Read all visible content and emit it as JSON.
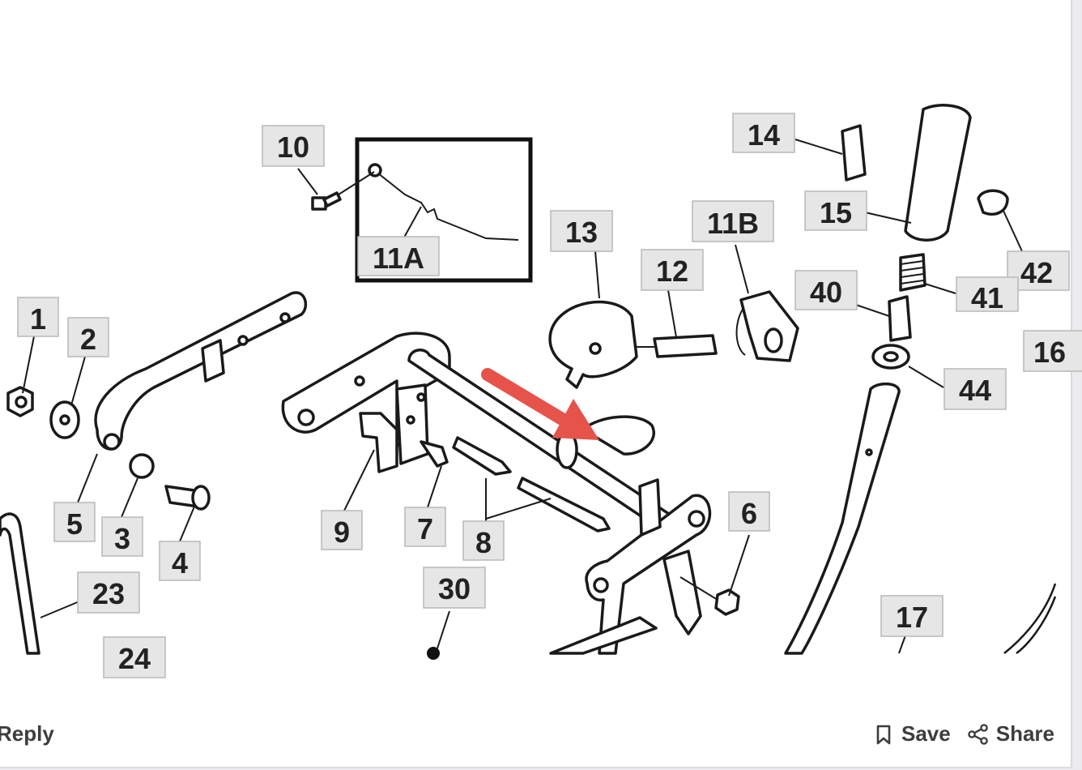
{
  "diagram": {
    "labels": {
      "l1": "1",
      "l2": "2",
      "l3": "3",
      "l4": "4",
      "l5": "5",
      "l6": "6",
      "l7": "7",
      "l8": "8",
      "l9": "9",
      "l10": "10",
      "l11a": "11A",
      "l11b": "11B",
      "l12": "12",
      "l13": "13",
      "l14": "14",
      "l15": "15",
      "l16": "16",
      "l17": "17",
      "l23": "23",
      "l24": "24",
      "l30": "30",
      "l40": "40",
      "l41": "41",
      "l42": "42",
      "l44": "44"
    },
    "arrow_color": "#e5534b"
  },
  "footer": {
    "reply_label": "Reply",
    "save_label": "Save",
    "share_label": "Share"
  },
  "icons": {
    "save": "bookmark-icon",
    "share": "share-icon"
  }
}
